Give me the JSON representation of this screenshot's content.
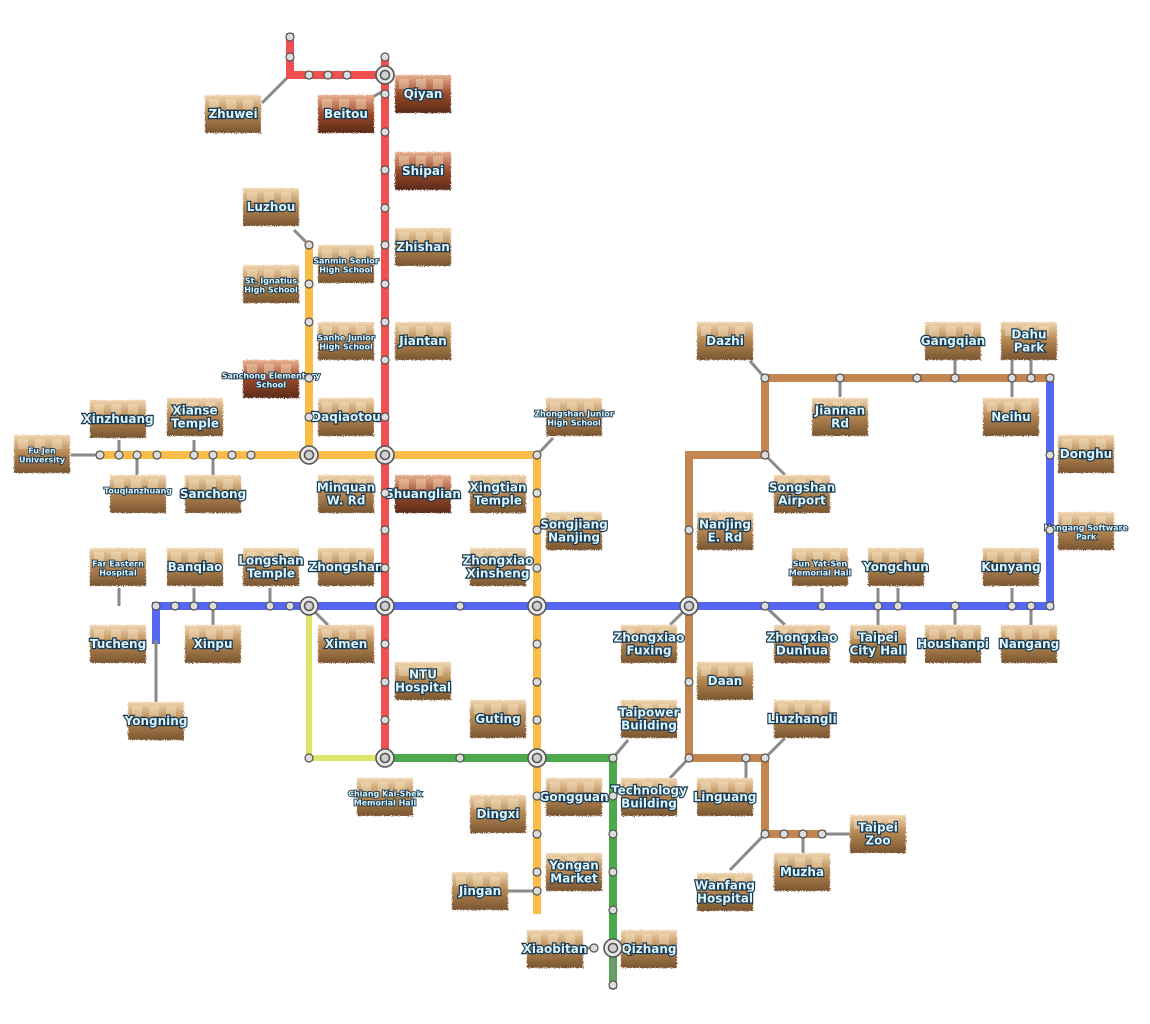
{
  "colors": {
    "red": "#f05050",
    "orange": "#fbbd4a",
    "blue": "#5566f0",
    "green": "#4caa4c",
    "brown": "#c38650",
    "lime": "#dde56a",
    "stub": "#8a8a8a"
  },
  "stations": [
    {
      "id": "zhuwei",
      "label": "Zhuwei",
      "small": false
    },
    {
      "id": "beitou",
      "label": "Beitou",
      "small": false
    },
    {
      "id": "qiyan",
      "label": "Qiyan",
      "small": false
    },
    {
      "id": "shipai",
      "label": "Shipai",
      "small": false
    },
    {
      "id": "luzhou",
      "label": "Luzhou",
      "small": false
    },
    {
      "id": "sanmin",
      "label": "Sanmin Senior High School",
      "small": true
    },
    {
      "id": "zhishan",
      "label": "Zhishan",
      "small": false
    },
    {
      "id": "stignatius",
      "label": "St. Ignatius High School",
      "small": true
    },
    {
      "id": "sanhe",
      "label": "Sanhe Junior High School",
      "small": true
    },
    {
      "id": "jiantan",
      "label": "Jiantan",
      "small": false
    },
    {
      "id": "sanchong_elem",
      "label": "Sanchong Elementary School",
      "small": true
    },
    {
      "id": "daqiaotou",
      "label": "Daqiaotou",
      "small": false
    },
    {
      "id": "xinzhuang",
      "label": "Xinzhuang",
      "small": false
    },
    {
      "id": "xianse",
      "label": "Xianse Temple",
      "small": false
    },
    {
      "id": "fujen",
      "label": "Fu Jen University",
      "small": true
    },
    {
      "id": "touqianzhuang",
      "label": "Touqianzhuang",
      "small": true
    },
    {
      "id": "sanchong",
      "label": "Sanchong",
      "small": false
    },
    {
      "id": "minquan",
      "label": "Minquan W. Rd",
      "small": false
    },
    {
      "id": "shuanglian",
      "label": "Shuanglian",
      "small": false
    },
    {
      "id": "xingtian",
      "label": "Xingtian Temple",
      "small": false
    },
    {
      "id": "songjiang",
      "label": "Songjiang Nanjing",
      "small": false
    },
    {
      "id": "zhongshan_jr",
      "label": "Zhongshan Junior High School",
      "small": true
    },
    {
      "id": "fareastern",
      "label": "Far Eastern Hospital",
      "small": true
    },
    {
      "id": "banqiao",
      "label": "Banqiao",
      "small": false
    },
    {
      "id": "longshan",
      "label": "Longshan Temple",
      "small": false
    },
    {
      "id": "zhongshan",
      "label": "Zhongshan",
      "small": false
    },
    {
      "id": "zhongxiao_xs",
      "label": "Zhongxiao Xinsheng",
      "small": false
    },
    {
      "id": "tucheng",
      "label": "Tucheng",
      "small": false
    },
    {
      "id": "xinpu",
      "label": "Xinpu",
      "small": false
    },
    {
      "id": "ximen",
      "label": "Ximen",
      "small": false
    },
    {
      "id": "ntu",
      "label": "NTU Hospital",
      "small": false
    },
    {
      "id": "yongning",
      "label": "Yongning",
      "small": false
    },
    {
      "id": "dazhi",
      "label": "Dazhi",
      "small": false
    },
    {
      "id": "jiannan",
      "label": "Jiannan Rd",
      "small": false
    },
    {
      "id": "gangqian",
      "label": "Gangqian",
      "small": false
    },
    {
      "id": "dahu",
      "label": "Dahu Park",
      "small": false
    },
    {
      "id": "neihu",
      "label": "Neihu",
      "small": false
    },
    {
      "id": "donghu",
      "label": "Donghu",
      "small": false
    },
    {
      "id": "songshan",
      "label": "Songshan Airport",
      "small": false
    },
    {
      "id": "nanjing_e",
      "label": "Nanjing E. Rd",
      "small": false
    },
    {
      "id": "nangang_sp",
      "label": "Nangang Software Park",
      "small": true
    },
    {
      "id": "sunyatsen",
      "label": "Sun Yat-Sen Memorial Hall",
      "small": true
    },
    {
      "id": "yongchun",
      "label": "Yongchun",
      "small": false
    },
    {
      "id": "kunyang",
      "label": "Kunyang",
      "small": false
    },
    {
      "id": "zhongxiao_fx",
      "label": "Zhongxiao Fuxing",
      "small": false
    },
    {
      "id": "zhongxiao_dh",
      "label": "Zhongxiao Dunhua",
      "small": false
    },
    {
      "id": "taipei101",
      "label": "Taipei City Hall",
      "small": false
    },
    {
      "id": "houshanpi",
      "label": "Houshanpi",
      "small": false
    },
    {
      "id": "nangang",
      "label": "Nangang",
      "small": false
    },
    {
      "id": "daan",
      "label": "Daan",
      "small": false
    },
    {
      "id": "liuzhangli",
      "label": "Liuzhangli",
      "small": false
    },
    {
      "id": "guting",
      "label": "Guting",
      "small": false
    },
    {
      "id": "taipower",
      "label": "Taipower Building",
      "small": false
    },
    {
      "id": "cks",
      "label": "Chiang Kai-Shek Memorial Hall",
      "small": true
    },
    {
      "id": "technology",
      "label": "Technology Building",
      "small": false
    },
    {
      "id": "linguang",
      "label": "Linguang",
      "small": false
    },
    {
      "id": "dingxi",
      "label": "Dingxi",
      "small": false
    },
    {
      "id": "gongguan",
      "label": "Gongguan",
      "small": false
    },
    {
      "id": "taipeizoo",
      "label": "Taipei Zoo",
      "small": false
    },
    {
      "id": "yongan",
      "label": "Yongan Market",
      "small": false
    },
    {
      "id": "muzha",
      "label": "Muzha",
      "small": false
    },
    {
      "id": "wanfang",
      "label": "Wanfang Hospital",
      "small": false
    },
    {
      "id": "jingan",
      "label": "Jingan",
      "small": false
    },
    {
      "id": "xiaobitan",
      "label": "Xiaobitan",
      "small": false
    },
    {
      "id": "qizhang",
      "label": "Qizhang",
      "small": false
    }
  ]
}
